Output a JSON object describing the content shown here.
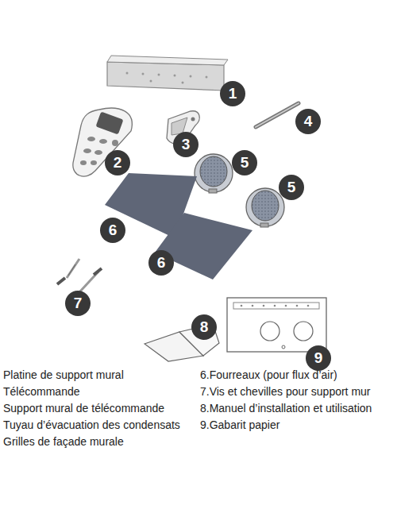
{
  "diagram": {
    "nodes": [
      {
        "text": [
          "1"
        ]
      },
      {
        "text": [
          "4"
        ]
      },
      {
        "text": [
          "3"
        ]
      },
      {
        "text": [
          "2"
        ]
      },
      {
        "text": [
          "5"
        ]
      },
      {
        "text": [
          "5"
        ]
      },
      {
        "text": [
          "6"
        ]
      },
      {
        "text": [
          "6"
        ]
      },
      {
        "text": [
          "7"
        ]
      },
      {
        "text": [
          "8"
        ]
      },
      {
        "text": [
          "9"
        ]
      }
    ],
    "labels": [
      "Platine de support mural",
      "Télécommande",
      "Support mural de télécommande",
      "Tuyau d’évacuation des condensats",
      "Grilles de façade murale",
      "6.Fourreaux (pour flux d’air)",
      "7.Vis et chevilles pour support mur",
      "8.Manuel d’installation et utilisation",
      "9.Gabarit papier"
    ]
  }
}
